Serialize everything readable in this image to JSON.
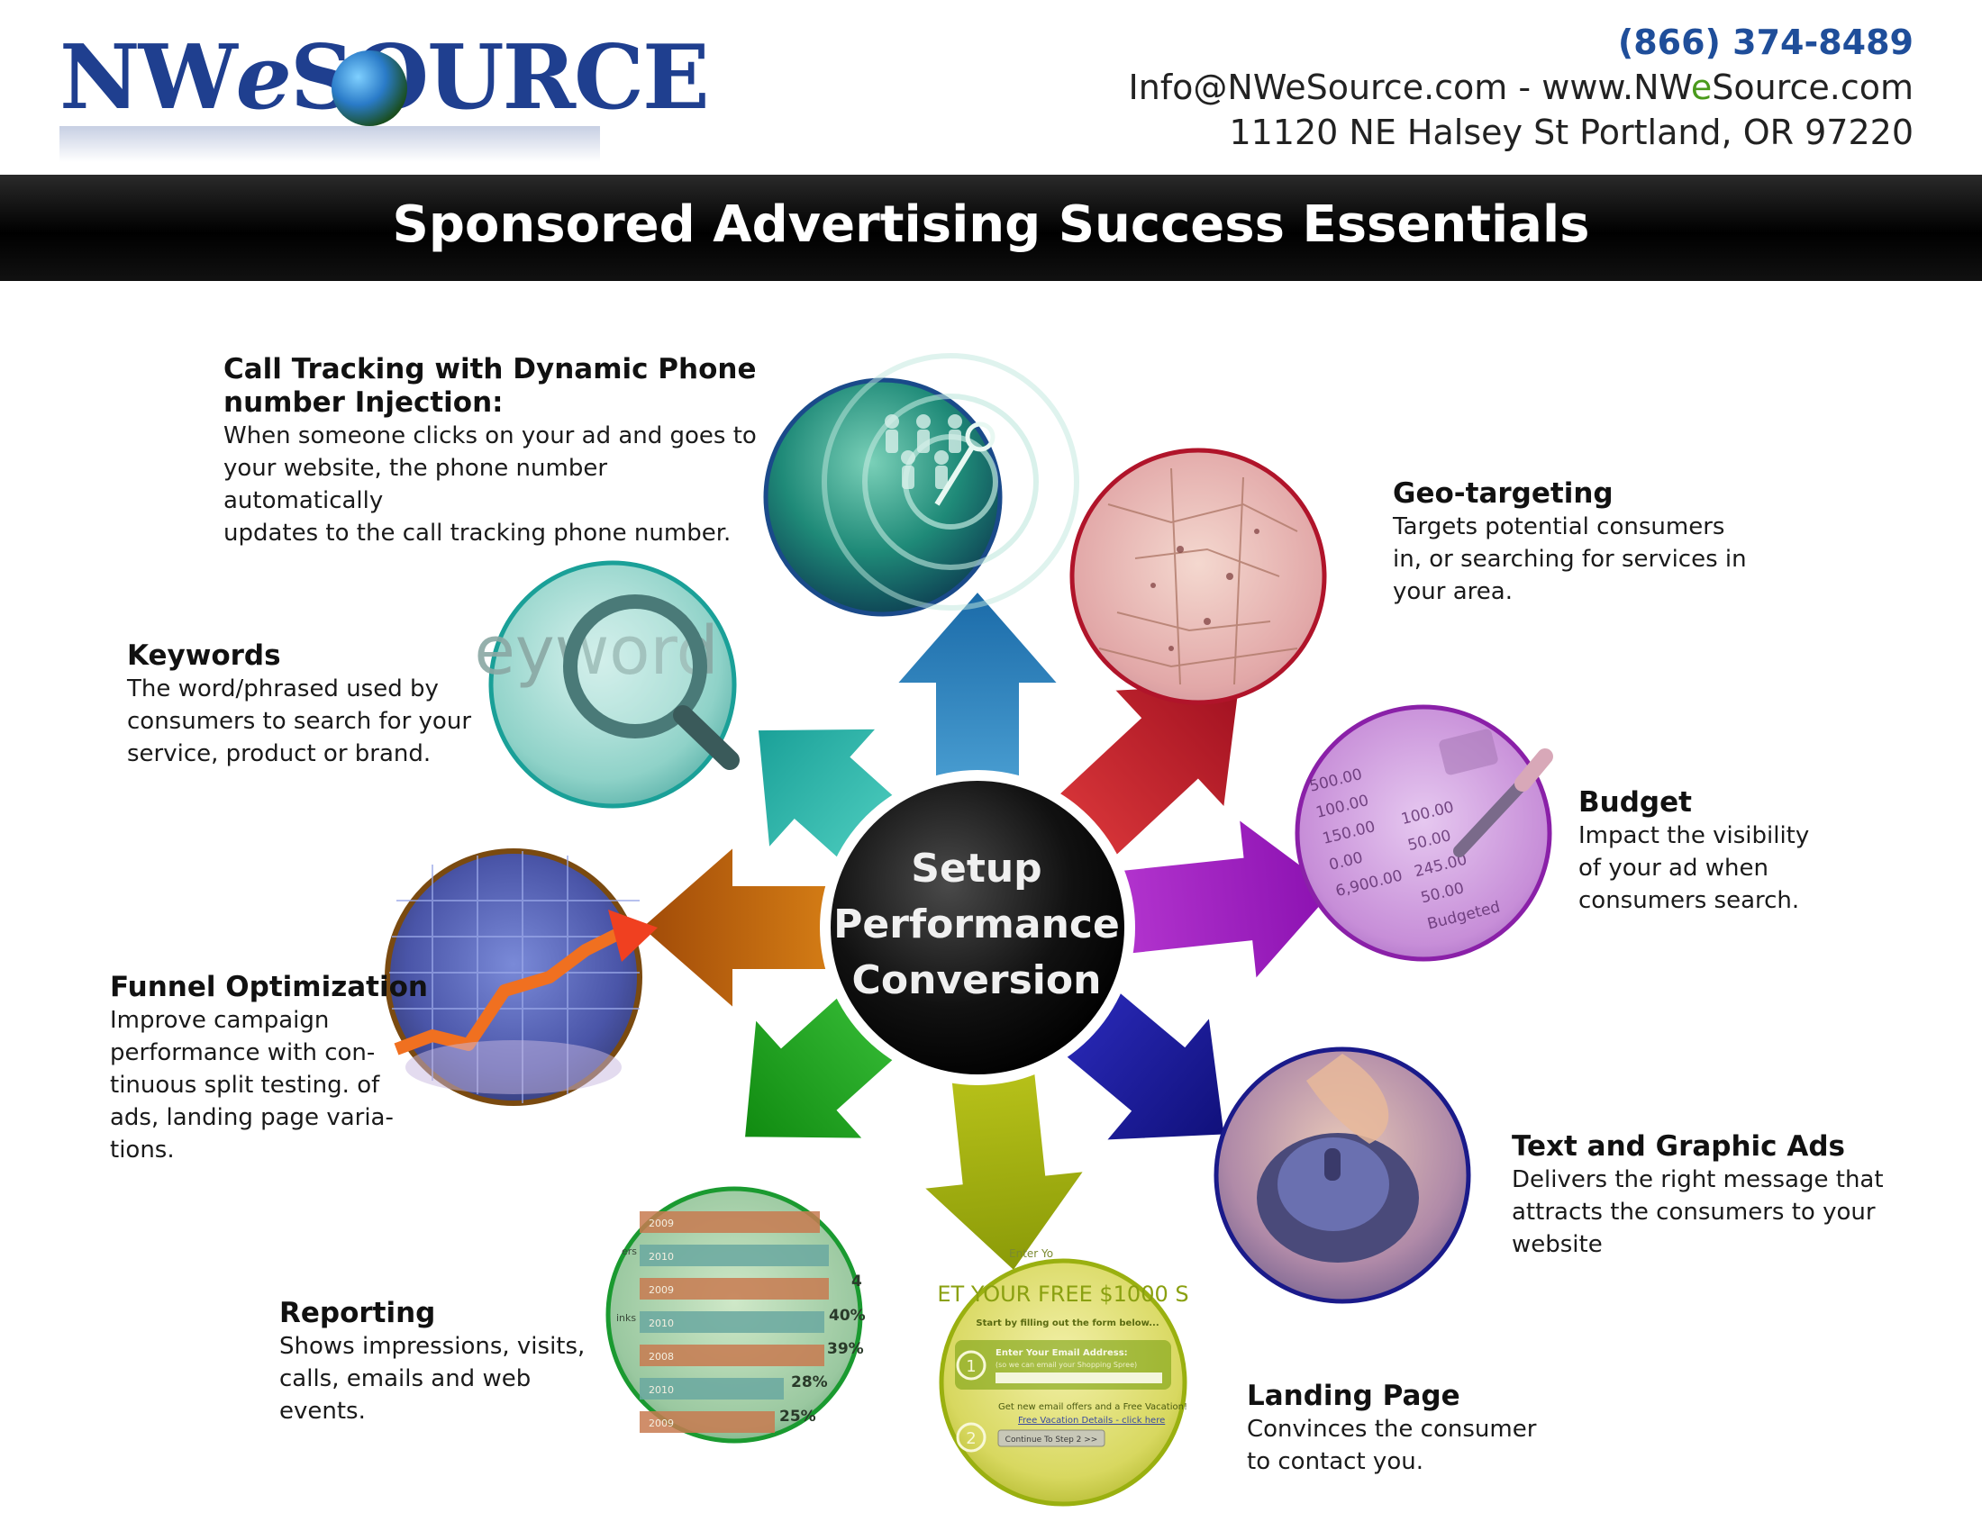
{
  "header": {
    "logo": "NWeSource",
    "phone": "(866) 374-8489",
    "email": "Info@NWeSource.com",
    "separator": "-",
    "website_prefix": "www.NW",
    "website_e": "e",
    "website_suffix": "Source.com",
    "address": "11120 NE Halsey St Portland, OR 97220"
  },
  "banner": {
    "title": "Sponsored Advertising Success Essentials"
  },
  "center": {
    "line1": "Setup",
    "line2": "Performance",
    "line3": "Conversion"
  },
  "items": {
    "call_tracking": {
      "title_1": "Call Tracking with Dynamic Phone",
      "title_2": "number Injection:",
      "desc": [
        "When someone clicks on your ad and goes to",
        "your website, the phone number automatically",
        "updates to the call tracking phone number."
      ],
      "color": "#2a8ac4"
    },
    "geo": {
      "title": "Geo-targeting",
      "desc": [
        "Targets potential consumers",
        "in, or searching for services in",
        "your area."
      ],
      "color": "#c0202a"
    },
    "keywords": {
      "title": "Keywords",
      "desc": [
        "The word/phrased used by",
        "consumers to search for your",
        "service, product or brand."
      ],
      "color": "#2ab8a8",
      "image_word": "eyword"
    },
    "budget": {
      "title": "Budget",
      "desc": [
        "Impact the visibility",
        "of your ad when",
        "consumers search."
      ],
      "color": "#a020c0",
      "image_numbers": [
        "500.00",
        "100.00",
        "150.00",
        "0.00",
        "6,900.00",
        "100.00",
        "50.00",
        "245.00",
        "50.00",
        "Budgeted"
      ]
    },
    "funnel": {
      "title": "Funnel Optimization",
      "desc": [
        "Improve campaign",
        "performance with con-",
        "tinuous split testing. of",
        "ads, landing page varia-",
        "tions."
      ],
      "color": "#c06a10"
    },
    "text_ads": {
      "title": "Text and Graphic Ads",
      "desc": [
        "Delivers the right message that",
        "attracts the consumers to your",
        "website"
      ],
      "color": "#1a18a0"
    },
    "reporting": {
      "title": "Reporting",
      "desc": [
        "Shows impressions, visits,",
        "calls, emails and web",
        "events."
      ],
      "color": "#20a020",
      "image_years": [
        "2009",
        "2010",
        "2009",
        "2010",
        "2008",
        "2010",
        "2009"
      ],
      "image_pcts": [
        "4",
        "40%",
        "39%",
        "28%",
        "25%"
      ],
      "image_labels": [
        "ers",
        "inks"
      ]
    },
    "landing": {
      "title": "Landing Page",
      "desc": [
        "Convinces the consumer",
        "to contact you."
      ],
      "color": "#9ab010",
      "image_text": {
        "headline": "ET YOUR FREE $1000 S",
        "top": "Enter Yo",
        "start": "Start by filling out the form below...",
        "step1_label": "Enter Your Email Address:",
        "step1_hint": "(so we can email your Shopping Spree)",
        "checkbox": "Get new email offers and a Free Vacation!",
        "link": "Free Vacation Details - click here",
        "button": "Continue To Step 2 >>",
        "step1": "1",
        "step2": "2"
      }
    }
  }
}
